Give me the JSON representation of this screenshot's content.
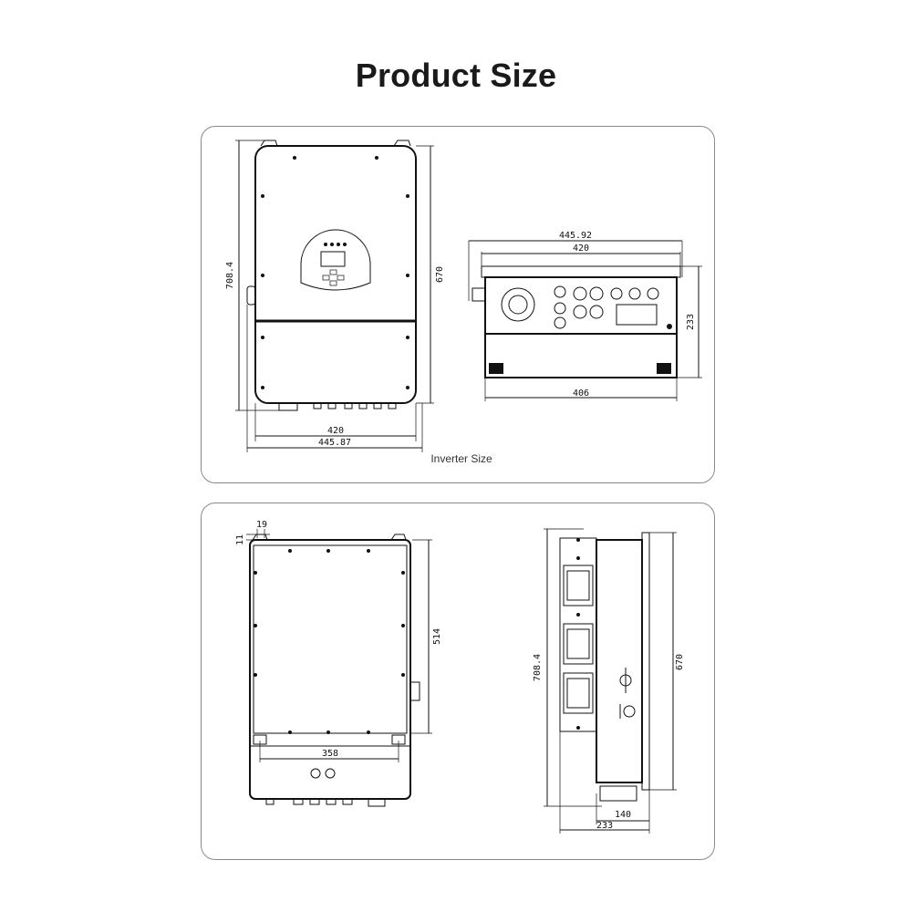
{
  "page_title": "Product Size",
  "top_panel": {
    "caption": "Inverter Size",
    "front_view": {
      "height_overall": "708.4",
      "height_body": "670",
      "width_body": "420",
      "width_overall": "445.87"
    },
    "bottom_view": {
      "width_overall": "445.92",
      "width_body": "420",
      "depth": "233",
      "width_base": "406"
    }
  },
  "bottom_panel": {
    "back_view": {
      "bracket_h": "11",
      "bracket_w": "19",
      "mount_height": "514",
      "mount_width": "358"
    },
    "side_view": {
      "height_overall": "708.4",
      "height_body": "670",
      "depth_inner": "140",
      "depth_total": "233"
    }
  }
}
